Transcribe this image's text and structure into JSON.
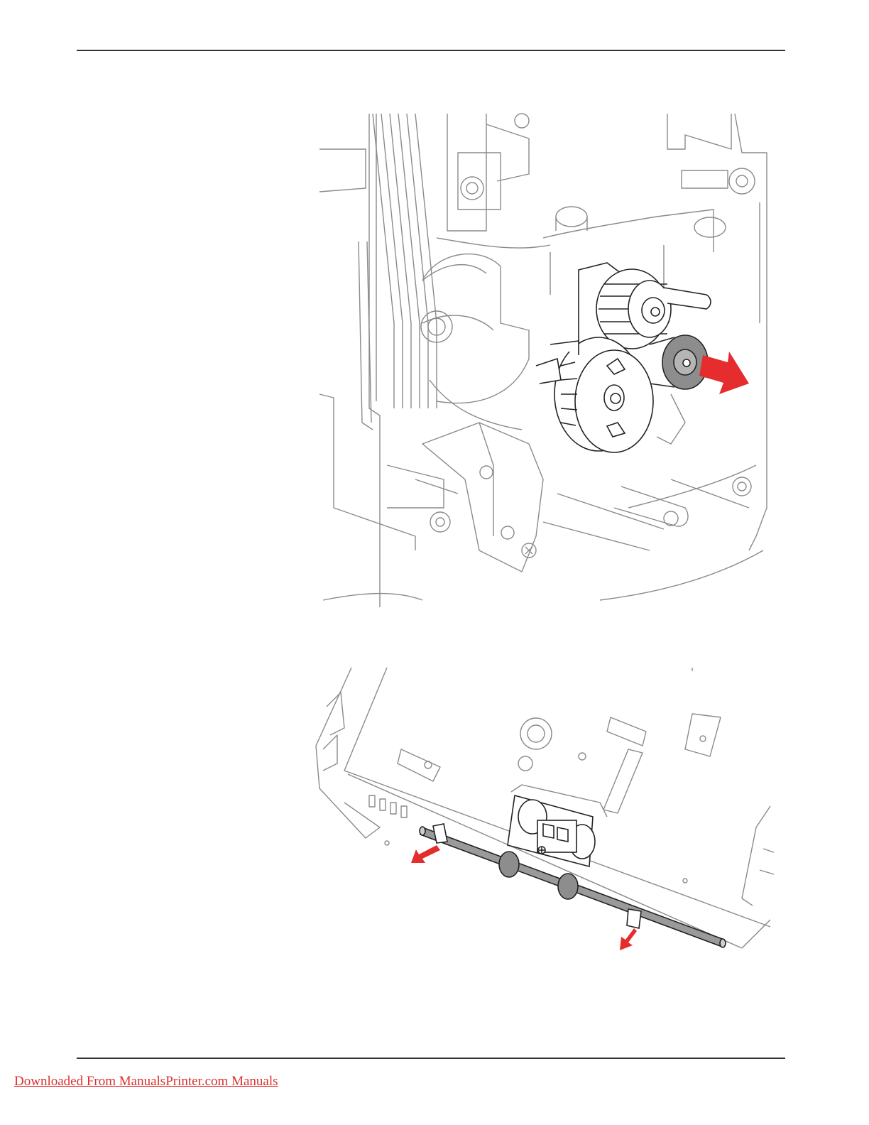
{
  "footer": {
    "link_text": "Downloaded From ManualsPrinter.com Manuals"
  },
  "colors": {
    "line": "#8a8a8a",
    "dark_line": "#222222",
    "arrow": "#e62d2d",
    "link": "#d9302c",
    "rule": "#333333"
  },
  "figures": [
    {
      "icon": "roller-assembly-removal-illustration",
      "arrow_count": 1
    },
    {
      "icon": "pick-roller-shaft-illustration",
      "arrow_count": 2
    }
  ]
}
